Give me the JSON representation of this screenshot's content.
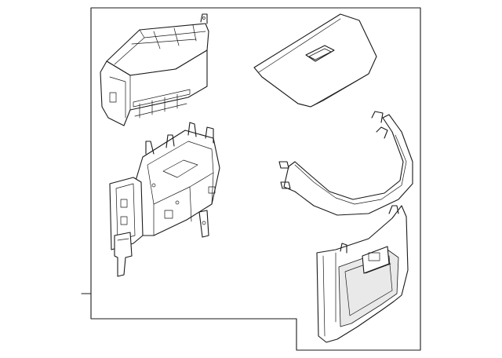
{
  "diagram": {
    "parts": [
      {
        "key": "upper-module",
        "icon": "console-module-icon"
      },
      {
        "key": "lid-panel",
        "icon": "lid-panel-icon"
      },
      {
        "key": "bracket-frame",
        "icon": "bracket-frame-icon"
      },
      {
        "key": "trim-strip",
        "icon": "trim-strip-icon"
      },
      {
        "key": "rear-trim-panel",
        "icon": "rear-trim-panel-icon"
      }
    ]
  }
}
